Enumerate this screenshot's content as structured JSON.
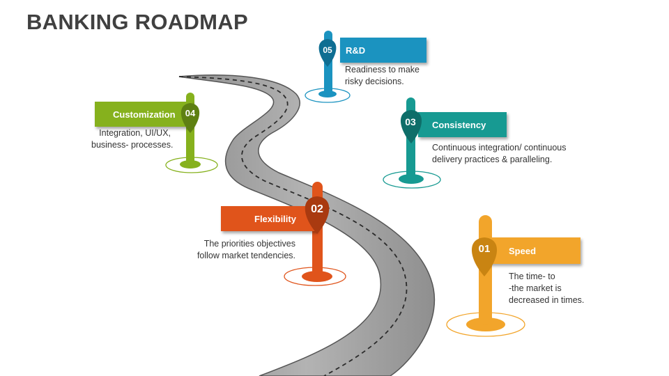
{
  "title": "BANKING ROADMAP",
  "colors": {
    "speed": "#F2A52B",
    "flexibility": "#E0541B",
    "consistency": "#179A92",
    "customization": "#86B11D",
    "rd": "#1B93C0",
    "road": "#A6A6A6"
  },
  "milestones": [
    {
      "number": "01",
      "label": "Speed",
      "desc_line1": "The time- to",
      "desc_line2": "-the market is",
      "desc_line3": "decreased in times."
    },
    {
      "number": "02",
      "label": "Flexibility",
      "desc_line1": "The priorities objectives",
      "desc_line2": "follow market tendencies."
    },
    {
      "number": "03",
      "label": "Consistency",
      "desc_line1": "Continuous integration/ continuous",
      "desc_line2": "delivery practices & paralleling."
    },
    {
      "number": "04",
      "label": "Customization",
      "desc_line1": "Integration, UI/UX,",
      "desc_line2": "business- processes."
    },
    {
      "number": "05",
      "label": "R&D",
      "desc_line1": "Readiness to make",
      "desc_line2": "risky decisions."
    }
  ]
}
